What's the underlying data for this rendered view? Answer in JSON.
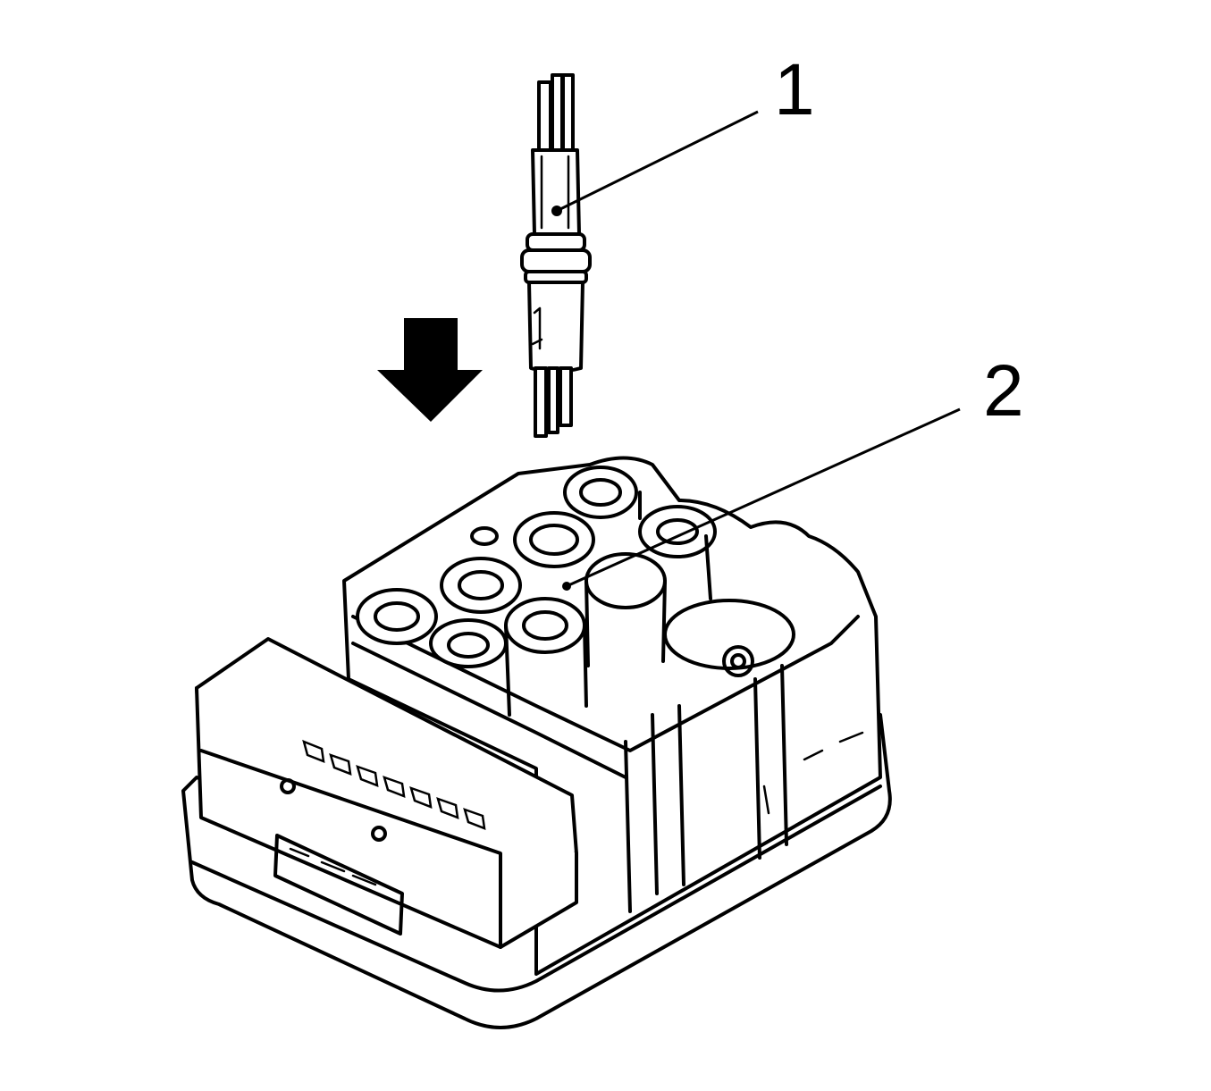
{
  "callouts": [
    {
      "id": "1",
      "label": "1"
    },
    {
      "id": "2",
      "label": "2"
    }
  ],
  "colors": {
    "line": "#000000",
    "background": "#ffffff"
  },
  "icons": [
    "down-arrow-icon"
  ]
}
